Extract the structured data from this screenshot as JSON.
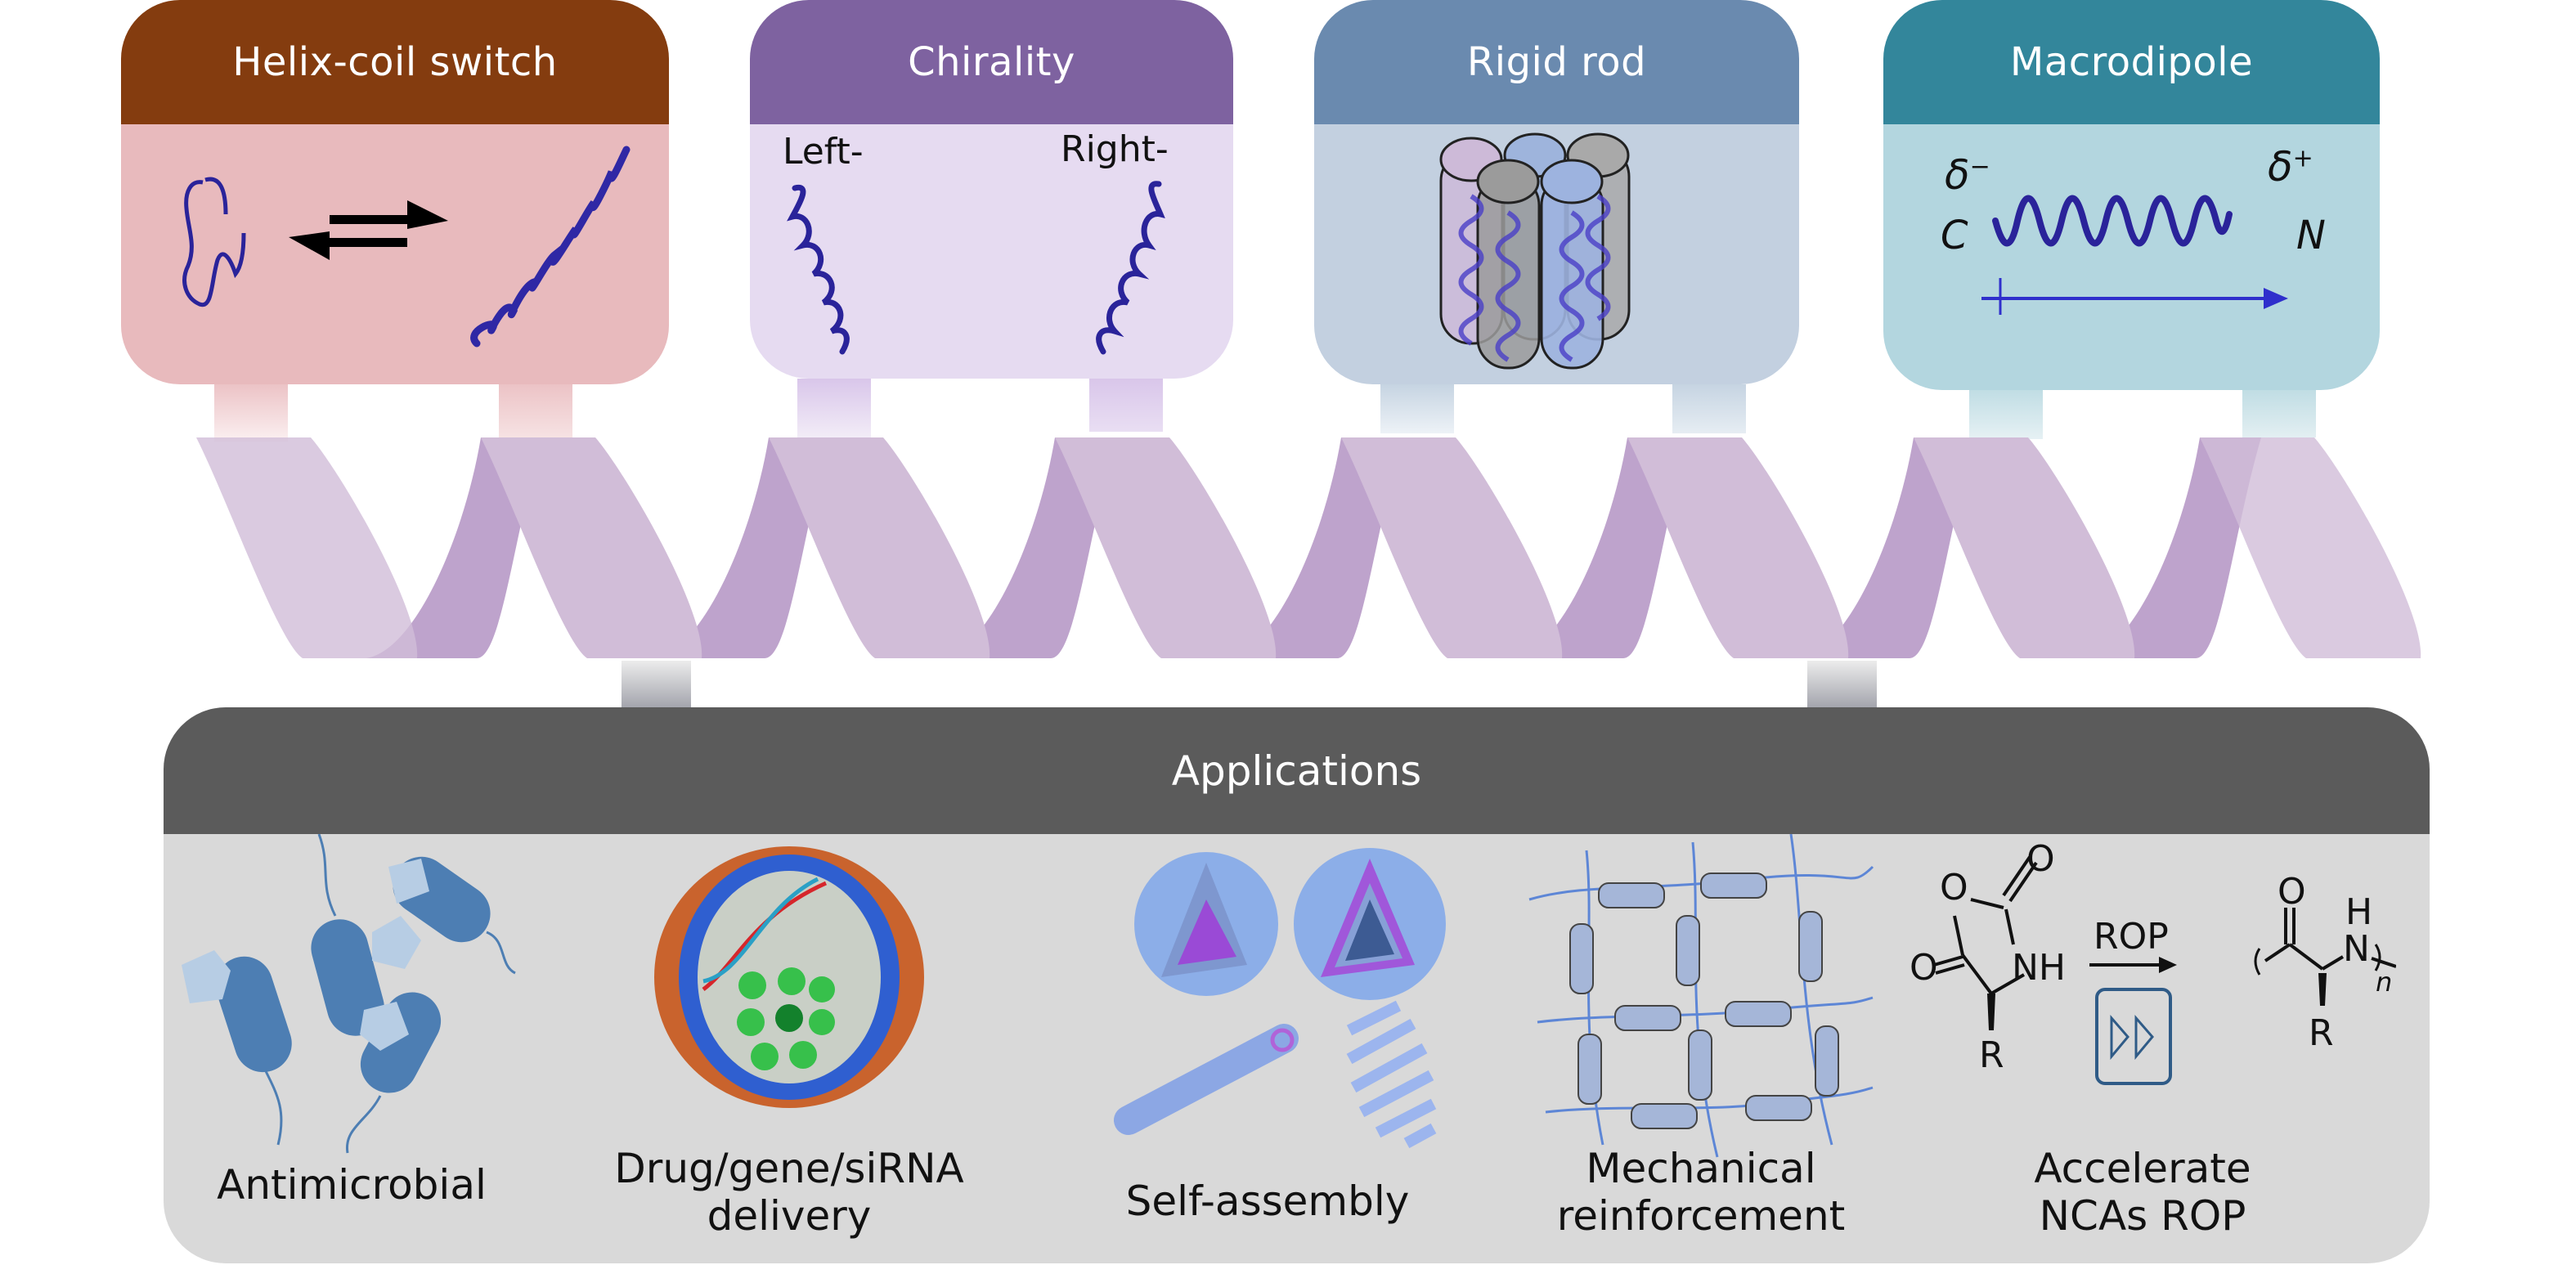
{
  "features": [
    {
      "id": "helix-coil",
      "title": "Helix-coil switch",
      "header_color": "#843c0f",
      "body_color": "#e8babd",
      "connector_color": "#ecc3c6",
      "icon": "helix-coil-equilibrium-icon"
    },
    {
      "id": "chirality",
      "title": "Chirality",
      "header_color": "#7e62a0",
      "body_color": "#e6dbf1",
      "connector_color": "#d9c6ea",
      "labels": {
        "left": "Left-",
        "right": "Right-"
      },
      "icon": "left-right-helix-icon"
    },
    {
      "id": "rigid-rod",
      "title": "Rigid rod",
      "header_color": "#6a8aaf",
      "body_color": "#c3d0e0",
      "connector_color": "#c6d4e2",
      "icon": "rod-bundle-icon"
    },
    {
      "id": "macrodipole",
      "title": "Macrodipole",
      "header_color": "#33869b",
      "body_color": "#b3d6df",
      "connector_color": "#c0dde4",
      "labels": {
        "delta_minus": "δ",
        "minus": "−",
        "delta_plus": "δ",
        "plus": "+",
        "c_term": "C",
        "n_term": "N"
      },
      "icon": "dipole-arrow-icon"
    }
  ],
  "helix": {
    "front_color": "#d1bdd8",
    "back_color": "#bea3cc"
  },
  "applications": {
    "title": "Applications",
    "header_color": "#5b5b5b",
    "body_color": "#d9d9d9",
    "items": [
      {
        "id": "antimicrobial",
        "caption_lines": [
          "Antimicrobial"
        ],
        "icon": "bacteria-icon"
      },
      {
        "id": "delivery",
        "caption_lines": [
          "Drug/gene/siRNA",
          "delivery"
        ],
        "icon": "vesicle-icon"
      },
      {
        "id": "self-assembly",
        "caption_lines": [
          "Self-assembly"
        ],
        "icon": "nanostructure-icon"
      },
      {
        "id": "mechanical",
        "caption_lines": [
          "Mechanical",
          "reinforcement"
        ],
        "icon": "network-icon"
      },
      {
        "id": "rop",
        "caption_lines": [
          "Accelerate",
          "NCAs ROP"
        ],
        "icon": "nca-polymerization-icon",
        "chem": {
          "o1": "O",
          "o2": "O",
          "o3": "O",
          "nh": "NH",
          "r1": "R",
          "arrow_label": "ROP",
          "o4": "O",
          "h": "H",
          "n": "N",
          "r2": "R",
          "sub_n": "n"
        }
      }
    ]
  }
}
